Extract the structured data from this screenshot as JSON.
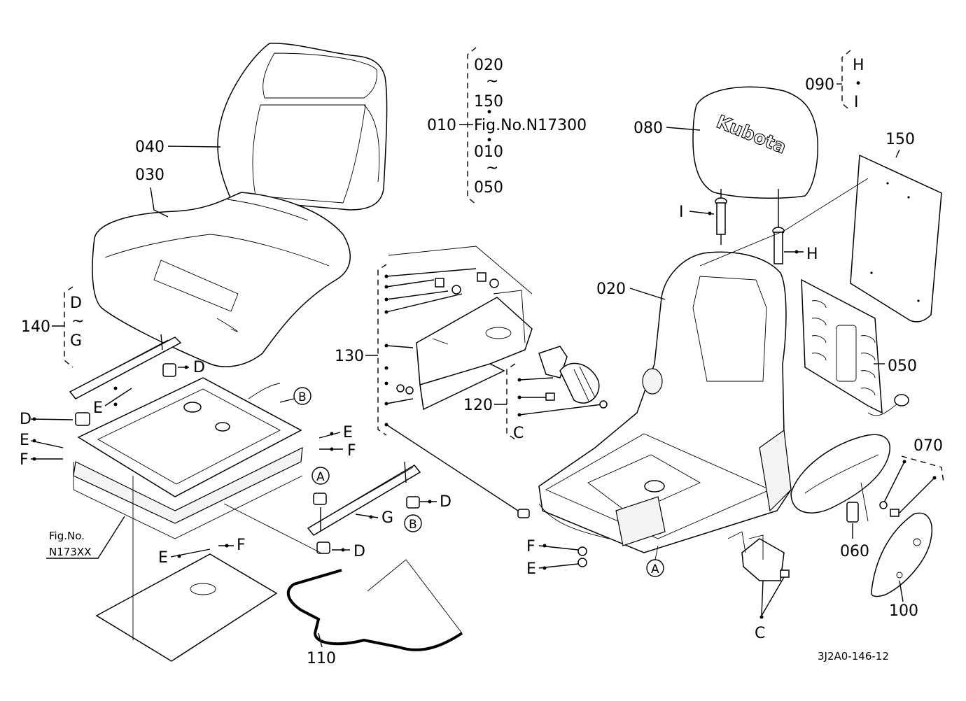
{
  "labels": {
    "p040": "040",
    "p030": "030",
    "p140": "140",
    "r140_from": "D",
    "r140_to": "G",
    "tilde": "~",
    "dot": "•",
    "p010": "010",
    "r010_a": "020",
    "r010_b": "150",
    "r010_ref": "Fig.No.N17300",
    "r010_c": "010",
    "r010_d": "050",
    "p080": "080",
    "p090": "090",
    "r090_a": "H",
    "r090_b": "I",
    "p150": "150",
    "p020": "020",
    "p130": "130",
    "p120": "120",
    "p050": "050",
    "p070": "070",
    "p060": "060",
    "p100": "100",
    "p110": "110",
    "A": "A",
    "B": "B",
    "C": "C",
    "D": "D",
    "E": "E",
    "F": "F",
    "G": "G",
    "H": "H",
    "I": "I",
    "fig_ref_line1": "Fig.No.",
    "fig_ref_line2": "N173XX",
    "drawing_id": "3J2A0-146-12",
    "headrest_brand": "Kubota"
  }
}
